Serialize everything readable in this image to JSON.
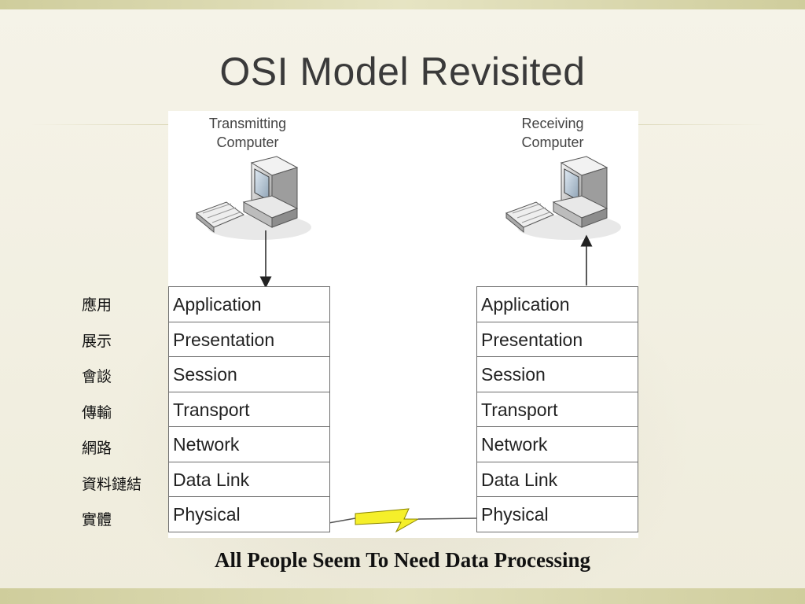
{
  "slide": {
    "title": "OSI Model Revisited",
    "caption": "All People Seem To Need Data Processing"
  },
  "transmitting": {
    "label_line1": "Transmitting",
    "label_line2": "Computer",
    "icon": "computer-icon"
  },
  "receiving": {
    "label_line1": "Receiving",
    "label_line2": "Computer",
    "icon": "computer-icon"
  },
  "layers": [
    "Application",
    "Presentation",
    "Session",
    "Transport",
    "Network",
    "Data Link",
    "Physical"
  ],
  "chinese_labels": [
    "應用",
    "展示",
    "會談",
    "傳輸",
    "網路",
    "資料鏈結",
    "實體"
  ],
  "link": {
    "icon": "lightning-bolt-icon",
    "color": "#f5ef2a"
  },
  "colors": {
    "title": "#3a3a3a",
    "background": "#f3f1e4",
    "band": "#cfcd9c"
  }
}
